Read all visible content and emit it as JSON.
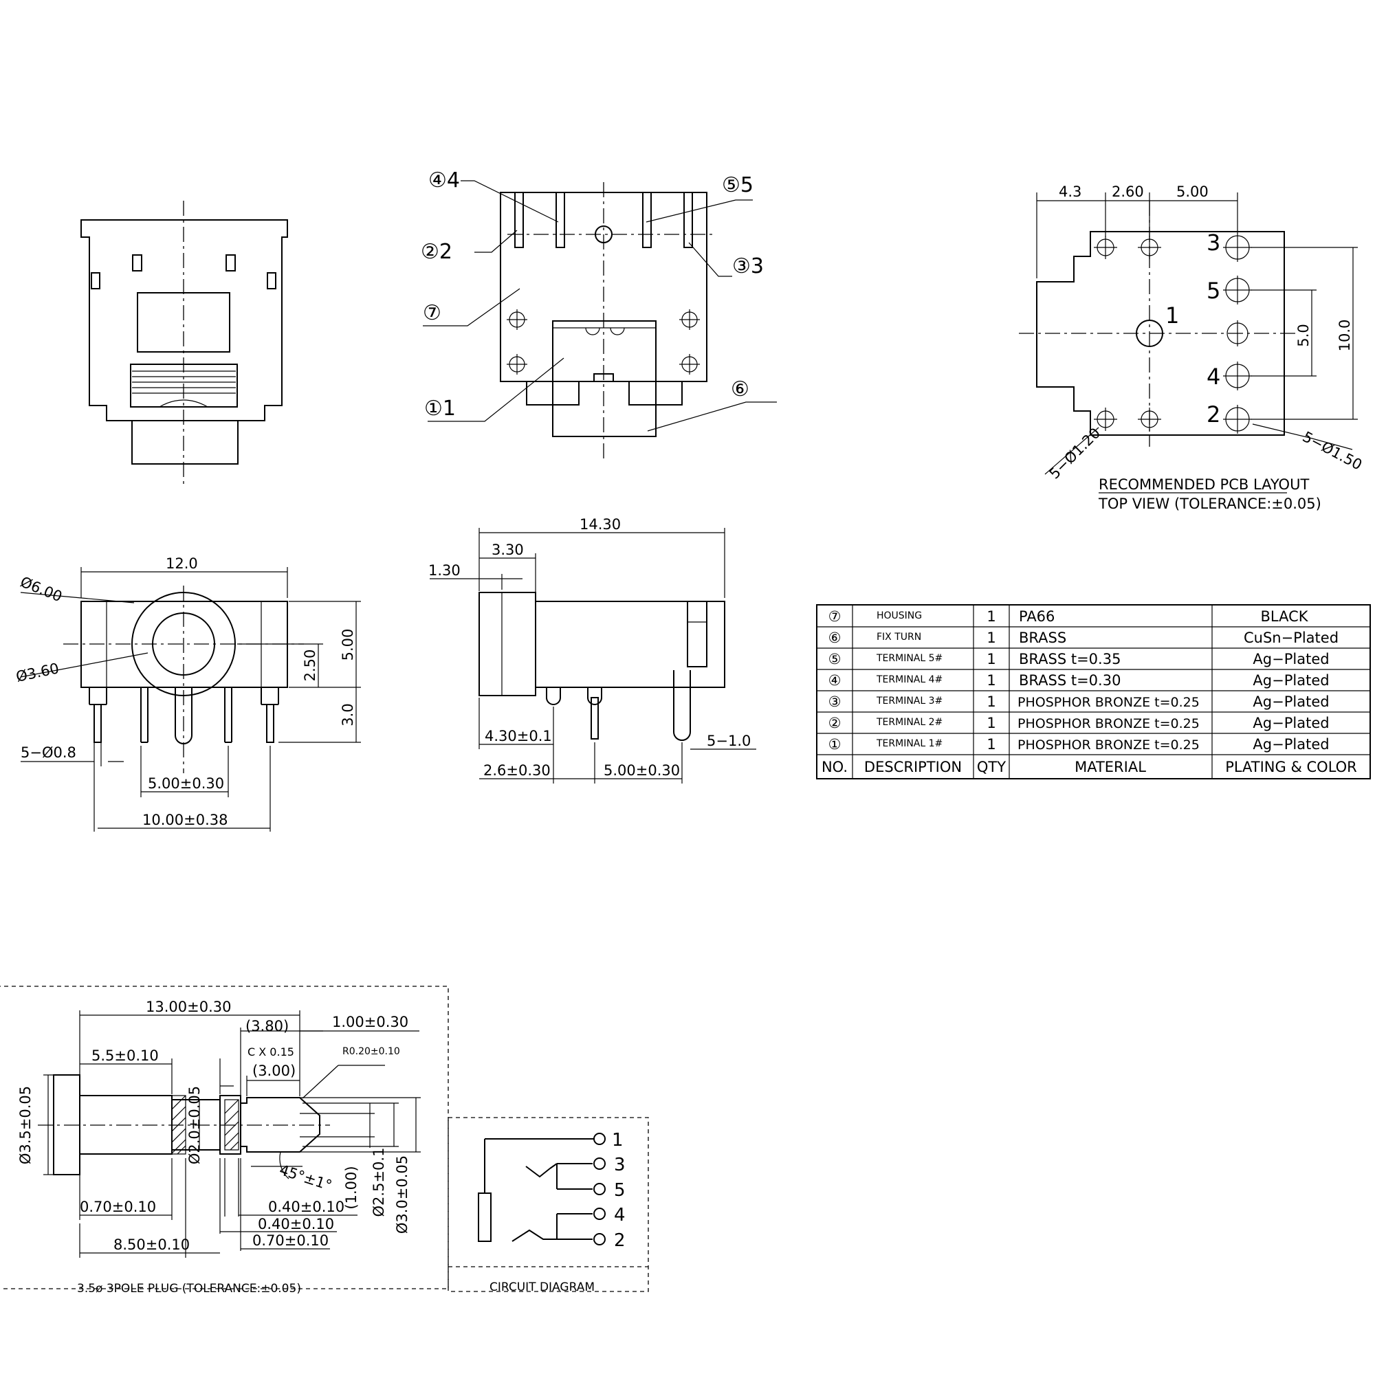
{
  "front_view": {
    "dims": {
      "width": "12.0",
      "dia_outer": "Ø6.00",
      "dia_inner": "Ø3.60",
      "height": "5.00",
      "center": "2.50",
      "pin_len": "3.0",
      "pins": "5−Ø0.8",
      "pitch": "5.00±0.30",
      "span": "10.00±0.38"
    }
  },
  "top_view": {
    "callouts": {
      "c4": "④4",
      "c5": "⑤5",
      "c2": "②2",
      "c3": "③3",
      "c7": "⑦",
      "c1": "①1",
      "c6": "⑥"
    }
  },
  "side_view": {
    "dims": {
      "length": "14.30",
      "d330": "3.30",
      "d130": "1.30",
      "d430": "4.30±0.1",
      "d26": "2.6±0.30",
      "d500": "5.00±0.30",
      "pins": "5−1.0"
    }
  },
  "pcb_layout": {
    "dims": {
      "a": "4.3",
      "b": "2.60",
      "c": "5.00",
      "d": "5.0",
      "e": "10.0",
      "holes_small": "5−Ø1.20",
      "holes_large": "5−Ø1.50"
    },
    "pins": {
      "p1": "1",
      "p2": "2",
      "p3": "3",
      "p4": "4",
      "p5": "5"
    },
    "caption_1": "RECOMMENDED PCB LAYOUT",
    "caption_2": "TOP VIEW (TOLERANCE:±0.05)"
  },
  "bom": {
    "header": {
      "no": "NO.",
      "description": "DESCRIPTION",
      "qty": "QTY",
      "material": "MATERIAL",
      "plating": "PLATING & COLOR"
    },
    "rows": [
      {
        "no": "⑦",
        "description": "HOUSING",
        "qty": "1",
        "material": "PA66",
        "plating": "BLACK"
      },
      {
        "no": "⑥",
        "description": "FIX TURN",
        "qty": "1",
        "material": "BRASS",
        "plating": "CuSn−Plated"
      },
      {
        "no": "⑤",
        "description": "TERMINAL 5#",
        "qty": "1",
        "material": "BRASS  t=0.35",
        "plating": "Ag−Plated"
      },
      {
        "no": "④",
        "description": "TERMINAL 4#",
        "qty": "1",
        "material": "BRASS  t=0.30",
        "plating": "Ag−Plated"
      },
      {
        "no": "③",
        "description": "TERMINAL 3#",
        "qty": "1",
        "material": "PHOSPHOR BRONZE   t=0.25",
        "plating": "Ag−Plated"
      },
      {
        "no": "②",
        "description": "TERMINAL 2#",
        "qty": "1",
        "material": "PHOSPHOR BRONZE   t=0.25",
        "plating": "Ag−Plated"
      },
      {
        "no": "①",
        "description": "TERMINAL 1#",
        "qty": "1",
        "material": "PHOSPHOR BRONZE   t=0.25",
        "plating": "Ag−Plated"
      }
    ]
  },
  "plug": {
    "dims": {
      "overall": "13.00±0.30",
      "d380": "(3.80)",
      "d100": "1.00±0.30",
      "d55": "5.5±0.10",
      "cx": "C X 0.15",
      "r020": "R0.20±0.10",
      "d300": "(3.00)",
      "dia35": "Ø3.5±0.05",
      "dia20": "Ø2.0±0.05",
      "angle": "45°±1°",
      "d070a": "0.70±0.10",
      "d040a": "0.40±0.10",
      "d040b": "0.40±0.10",
      "d850": "8.50±0.10",
      "d070b": "0.70±0.10",
      "d1": "(1.00)",
      "dia25": "Ø2.5±0.1",
      "dia30": "Ø3.0±0.05"
    },
    "caption": "3.5ø 3POLE PLUG (TOLERANCE:±0.05)"
  },
  "circuit": {
    "pins": {
      "p1": "1",
      "p3": "3",
      "p5": "5",
      "p4": "4",
      "p2": "2"
    },
    "caption": "CIRCUIT DIAGRAM"
  }
}
